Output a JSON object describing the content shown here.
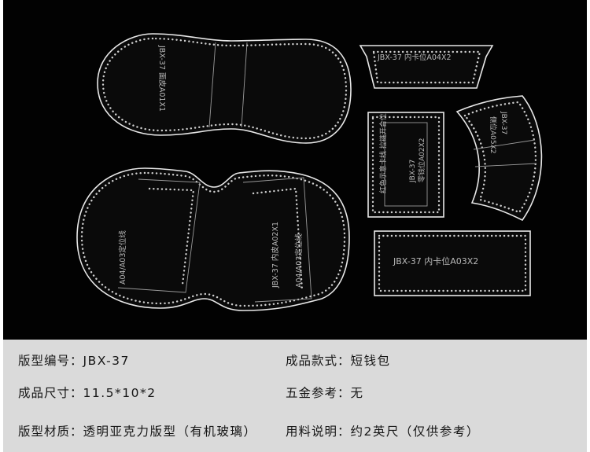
{
  "pieces": {
    "outer_leather": "JBX-37 面皮A01X1",
    "inner_leather": "JBX-37 内皮A02X1",
    "inner_locator_left": "A04/A03定位线",
    "inner_locator_right": "A04/A03定位线",
    "card_slot_a04": "JBX-37 内卡位A04X2",
    "coin_pocket_code": "JBX-37",
    "coin_pocket_name": "零钱位A02X2",
    "coin_pocket_note": "红色示意卡线 拉链开合位",
    "arc_piece_code": "JBX-37",
    "arc_piece_name": "侧位A05X2",
    "card_slot_a03": "JBX-37 内卡位A03X2"
  },
  "specs": {
    "model_no_label": "版型编号：",
    "model_no_value": "JBX-37",
    "product_type_label": "成品款式：",
    "product_type_value": "短钱包",
    "size_label": "成品尺寸：",
    "size_value": "11.5*10*2",
    "hardware_label": "五金参考：",
    "hardware_value": "无",
    "material_label": "版型材质：",
    "material_value": "透明亚克力版型（有机玻璃）",
    "leather_label": "用料说明：",
    "leather_value": "约2英尺（仅供参考）"
  }
}
